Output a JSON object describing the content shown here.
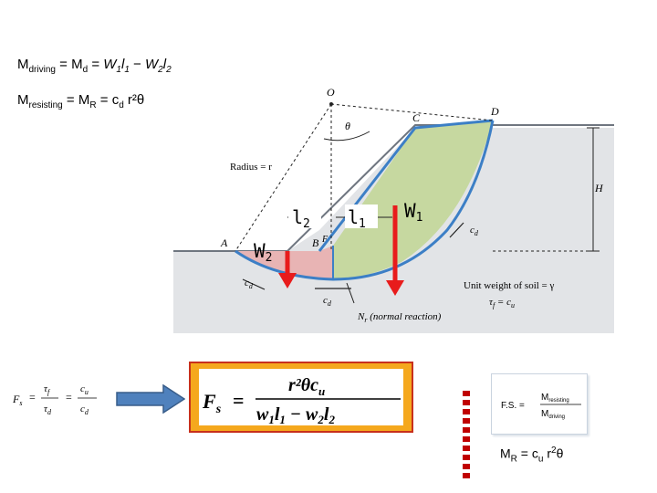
{
  "equations": {
    "driving": {
      "m": "M",
      "m_sub": "driving",
      "eq1": "= M",
      "md_sub": "d",
      "eq2": "= ",
      "w1": "W",
      "w1_sub": "1",
      "l1": "l",
      "l1_sub": "1",
      "minus": " − ",
      "w2": "W",
      "w2_sub": "2",
      "l2": "l",
      "l2_sub": "2"
    },
    "resisting": {
      "m": "M",
      "m_sub": "resisting",
      "eq1": "= M",
      "mr_sub": "R",
      "eq2": "= ",
      "cd": "c",
      "cd_sub": "d",
      "rest": " r²θ"
    }
  },
  "diagram": {
    "point_o": "O",
    "point_c": "C",
    "point_d": "D",
    "point_a": "A",
    "point_b": "B",
    "point_f": "F",
    "angle": "θ",
    "radius_label": "Radius = r",
    "height_label": "H",
    "cd_left": "c",
    "cd_left_sub": "d",
    "cd_bottom": "c",
    "cd_bottom_sub": "d",
    "cd_right": "c",
    "cd_right_sub": "d",
    "unit_weight": "Unit weight of soil = γ",
    "tau": "τ",
    "tau_sub": "f",
    "tau_rest": " = c",
    "tau_cu_sub": "u",
    "nr": "N",
    "nr_sub": "r",
    "nr_rest": " (normal reaction)",
    "l2_label": "l",
    "l2_sub": "2",
    "l1_label": "l",
    "l1_sub": "1",
    "w1_label": "W",
    "w1_sub": "1",
    "w2_label": "W",
    "w2_sub": "2",
    "colors": {
      "soil": "#c6d8a0",
      "wedge": "#e8b4b4",
      "slip": "#3c7fc6",
      "ground": "#e2e4e7",
      "weight_arrow": "#e81c1c"
    }
  },
  "fs_formula": {
    "fs": "F",
    "fs_sub": "s",
    "eq": "=",
    "tau": "τ",
    "tau_sub": "f",
    "tau_d": "τ",
    "tau_d_sub": "d",
    "eq2": "=",
    "cu": "c",
    "cu_sub": "u",
    "cd": "c",
    "cd_sub": "d"
  },
  "big_formula": {
    "fs": "F",
    "fs_sub": "s",
    "eq": "=",
    "numerator": "r²θc",
    "num_sub": "u",
    "w1": "w",
    "w1_sub": "1",
    "l1": "l",
    "l1_sub": "1",
    "minus": " − ",
    "w2": "w",
    "w2_sub": "2",
    "l2": "l",
    "l2_sub": "2"
  },
  "fs_small": {
    "lhs": "F.S. =",
    "num": "M",
    "num_sub": "resisting",
    "den": "M",
    "den_sub": "driving"
  },
  "mr_formula": {
    "m": "M",
    "m_sub": "R",
    "eq": " = c",
    "cu_sub": "u",
    "rest": " r",
    "exp": "2",
    "theta": "θ"
  },
  "arrow_color": "#4a7ebb",
  "box_fill": "#f5a81d",
  "box_border": "#c8301c",
  "dotted_color": "#c00000"
}
